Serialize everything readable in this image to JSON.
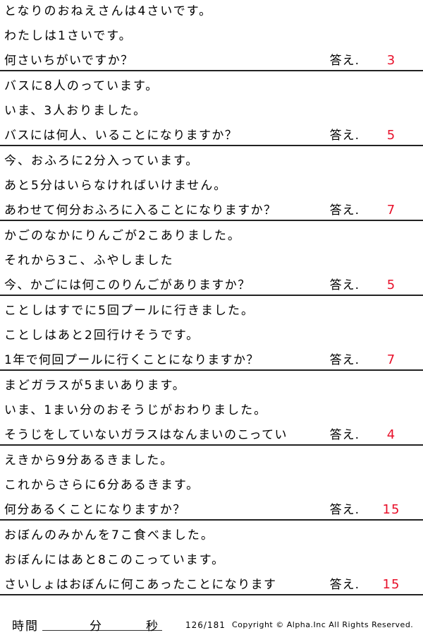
{
  "answer_label": "答え.",
  "problems": [
    {
      "lines": [
        "となりのおねえさんは4さいです。",
        "わたしは1さいです。",
        "何さいちがいですか？"
      ],
      "answer": "3"
    },
    {
      "lines": [
        "バスに8人のっています。",
        "いま、3人おりました。",
        "バスには何人、いることになりますか？"
      ],
      "answer": "5"
    },
    {
      "lines": [
        "今、おふろに2分入っています。",
        "あと5分はいらなければいけません。",
        "あわせて何分おふろに入ることになりますか？"
      ],
      "answer": "7"
    },
    {
      "lines": [
        "かごのなかにりんごが2こありました。",
        "それから3こ、ふやしました",
        "今、かごには何このりんごがありますか？"
      ],
      "answer": "5"
    },
    {
      "lines": [
        "ことしはすでに5回プールに行きました。",
        "ことしはあと2回行けそうです。",
        "1年で何回プールに行くことになりますか？"
      ],
      "answer": "7"
    },
    {
      "lines": [
        "まどガラスが5まいあります。",
        "いま、1まい分のおそうじがおわりました。",
        "そうじをしていないガラスはなんまいのこってい"
      ],
      "answer": "4"
    },
    {
      "lines": [
        "えきから9分あるきました。",
        "これからさらに6分あるきます。",
        "何分あるくことになりますか？"
      ],
      "answer": "15"
    },
    {
      "lines": [
        "おぼんのみかんを7こ食べました。",
        "おぼんにはあと8このこっています。",
        "さいしょはおぼんに何こあったことになります"
      ],
      "answer": "15"
    }
  ],
  "footer": {
    "time_label": "時間",
    "minutes_label": "分",
    "seconds_label": "秒",
    "page_number": "126/181",
    "copyright": "Copyright © Alpha.Inc All Rights Reserved."
  }
}
